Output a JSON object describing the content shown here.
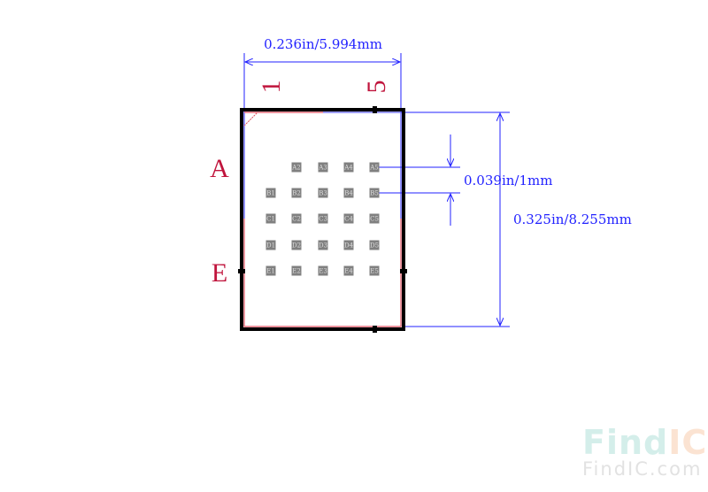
{
  "dimensions": {
    "width": "0.236in/5.994mm",
    "height": "0.325in/8.255mm",
    "pitch": "0.039in/1mm"
  },
  "column_labels": [
    "1",
    "5"
  ],
  "row_labels": [
    "A",
    "E"
  ],
  "pads": [
    [
      "",
      "A2",
      "A3",
      "A4",
      "A5"
    ],
    [
      "B1",
      "B2",
      "B3",
      "B4",
      "B5"
    ],
    [
      "C1",
      "C2",
      "C3",
      "C4",
      "C5"
    ],
    [
      "D1",
      "D2",
      "D3",
      "D4",
      "D5"
    ],
    [
      "E1",
      "E2",
      "E3",
      "E4",
      "E5"
    ]
  ],
  "watermark": {
    "logo_find": "Find",
    "logo_ic": "IC",
    "url": "FindIC.com"
  },
  "colors": {
    "outline": "#000000",
    "dimension": "#2222ff",
    "label": "#c0143c",
    "pad": "#808080"
  }
}
